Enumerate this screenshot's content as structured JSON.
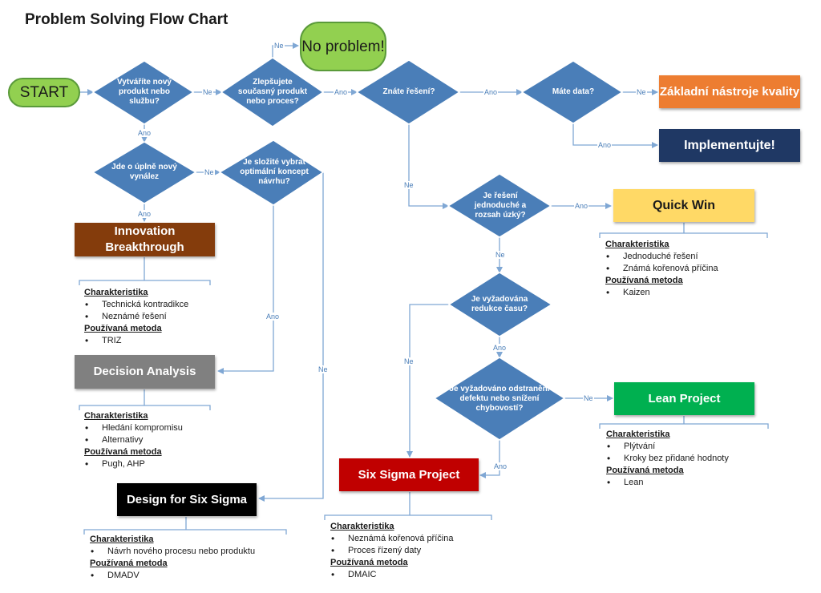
{
  "title": "Problem Solving Flow Chart",
  "terminals": {
    "start": "START",
    "no_problem": "No problem!"
  },
  "decisions": {
    "d1": "Vytváříte nový produkt nebo službu?",
    "d2": "Zlepšujete současný produkt nebo proces?",
    "d3": "Znáte řešení?",
    "d4": "Máte data?",
    "d5": "Jde o úplně nový vynález",
    "d6": "Je složité vybrat optimální koncept návrhu?",
    "d7": "Je řešení jednoduché a rozsah úzký?",
    "d8": "Je vyžadována redukce času?",
    "d9": "Je vyžadováno odstranění defektu nebo snížení chybovostí?"
  },
  "outcomes": {
    "zakladni": "Základní nástroje kvality",
    "implementujte": "Implementujte!",
    "innovation": "Innovation Breakthrough",
    "decision": "Decision Analysis",
    "dfss": "Design for Six Sigma",
    "quick_win": "Quick Win",
    "lean": "Lean Project",
    "six_sigma": "Six Sigma Project"
  },
  "edge_labels": {
    "yes": "Ano",
    "no": "Ne"
  },
  "info_headers": {
    "char": "Charakteristika",
    "method": "Používaná metoda"
  },
  "info": {
    "innovation": {
      "char": [
        "Technická kontradikce",
        "Neznámé řešení"
      ],
      "method": [
        "TRIZ"
      ]
    },
    "decision": {
      "char": [
        "Hledání kompromisu",
        "Alternativy"
      ],
      "method": [
        "Pugh, AHP"
      ]
    },
    "dfss": {
      "char": [
        "Návrh nového procesu nebo produktu"
      ],
      "method": [
        "DMADV"
      ]
    },
    "six_sigma": {
      "char": [
        "Neznámá kořenová příčina",
        "Proces řízený daty"
      ],
      "method": [
        "DMAIC"
      ]
    },
    "quick_win": {
      "char": [
        "Jednoduché řešení",
        "Známá kořenová příčina"
      ],
      "method": [
        "Kaizen"
      ]
    },
    "lean": {
      "char": [
        "Plýtvání",
        "Kroky bez přidané hodnoty"
      ],
      "method": [
        "Lean"
      ]
    }
  },
  "colors": {
    "decision": "#4a7eb8",
    "connector": "#7fa7d4",
    "terminal": "#92d050",
    "zakladni": "#ed7d31",
    "implementujte": "#1f3864",
    "innovation": "#843c0c",
    "decision_analysis": "#808080",
    "dfss": "#000000",
    "quick_win": "#ffd966",
    "lean": "#00b050",
    "six_sigma": "#c00000"
  }
}
